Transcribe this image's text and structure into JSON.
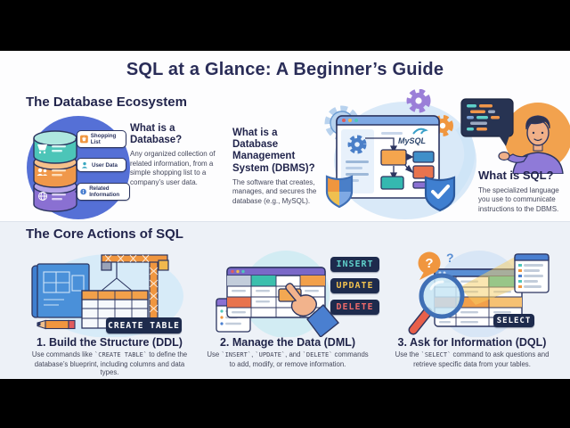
{
  "title": "SQL at a Glance: A Beginner’s Guide",
  "ecosystem": {
    "heading": "The Database Ecosystem",
    "chips": [
      {
        "label": "Shopping List",
        "icon": "basket-icon"
      },
      {
        "label": "User Data",
        "icon": "user-icon"
      },
      {
        "label": "Related Information",
        "icon": "info-icon"
      }
    ],
    "qa": {
      "heading": "What is a Database?",
      "body": "Any organized collection of related information, from a simple shopping list to a company’s user data."
    }
  },
  "dbms": {
    "qa": {
      "heading": "What is a Database Management System (DBMS)?",
      "body": "The software that creates, manages, and secures the database (e.g., MySQL)."
    },
    "logo_text": "MySQL"
  },
  "sql": {
    "qa": {
      "heading": "What is SQL?",
      "body": "The specialized language you use to communicate instructions to the DBMS."
    }
  },
  "core_actions": {
    "heading": "The Core Actions of SQL",
    "panels": [
      {
        "badge": "CREATE TABLE",
        "title": "1. Build the Structure (DDL)",
        "body": [
          {
            "t": "Use commands like "
          },
          {
            "c": "`CREATE TABLE`"
          },
          {
            "t": " to define the database’s blueprint, including columns and data types."
          }
        ]
      },
      {
        "badges": [
          "INSERT",
          "UPDATE",
          "DELETE"
        ],
        "title": "2. Manage the Data (DML)",
        "body": [
          {
            "t": "Use "
          },
          {
            "c": "`INSERT`"
          },
          {
            "t": ", "
          },
          {
            "c": "`UPDATE`"
          },
          {
            "t": ", and "
          },
          {
            "c": "`DELETE`"
          },
          {
            "t": " commands to add, modify, or remove information."
          }
        ]
      },
      {
        "badge": "SELECT",
        "title": "3. Ask for Information (DQL)",
        "body": [
          {
            "t": "Use the "
          },
          {
            "c": "`SELECT`"
          },
          {
            "t": " command to ask questions and retrieve specific data from your tables."
          }
        ],
        "question_marks": [
          "?",
          "?"
        ]
      }
    ]
  },
  "colors": {
    "navy": "#22254c",
    "body_text": "#45485c",
    "accent_blue": "#4a7fd0",
    "teal": "#3dbfb2",
    "orange": "#f0984a",
    "purple": "#8a70d2",
    "badge_bg": "#1e2b4d",
    "badge_teal": "#5ecfc9",
    "badge_gold": "#f0c04e",
    "badge_red": "#ef6a6a",
    "section_bg": "#edf1f7"
  }
}
